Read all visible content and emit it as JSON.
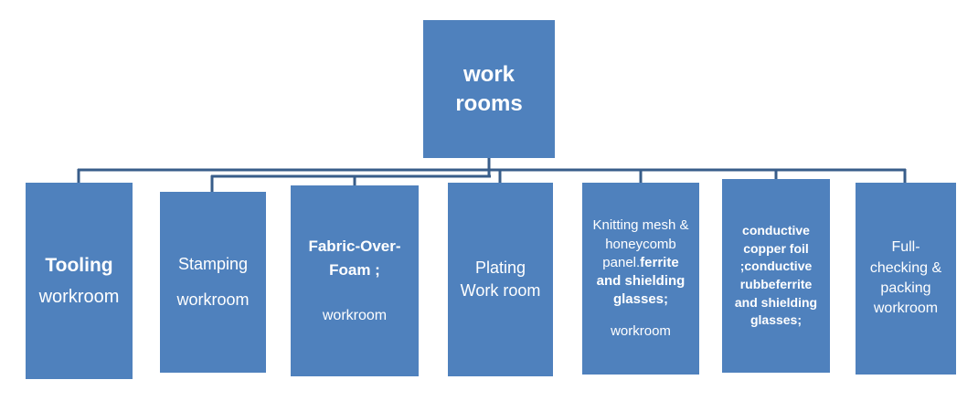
{
  "diagram": {
    "type": "org-chart",
    "root": {
      "label": "work rooms"
    },
    "nodes": [
      {
        "title": "Tooling",
        "subtitle": "workroom"
      },
      {
        "line1": "Stamping",
        "line2": "workroom"
      },
      {
        "title": "Fabric-Over-Foam ;",
        "subtitle": "workroom"
      },
      {
        "line1": "Plating",
        "line2": "Work room"
      },
      {
        "lead": "Knitting mesh & honeycomb panel.",
        "emphasis": "ferrite and shielding glasses;",
        "tail": "workroom"
      },
      {
        "emphasis": "conductive copper foil ;conductive rubbeferrite and shielding glasses;"
      },
      {
        "text": "Full-checking & packing workroom"
      }
    ],
    "colors": {
      "box_fill": "#4f81bd",
      "connector": "#385d8a",
      "text": "#ffffff"
    }
  }
}
